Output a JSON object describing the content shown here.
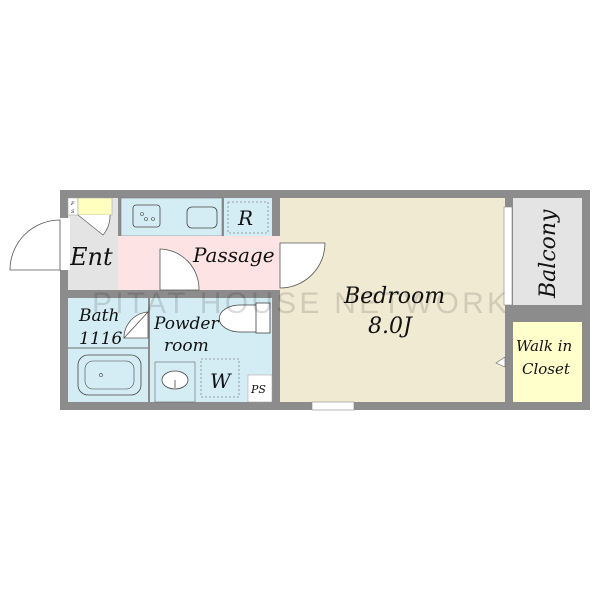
{
  "rooms": {
    "entrance": "Ent",
    "passage": "Passage",
    "refrigerator": "R",
    "bath": "Bath",
    "bath_size": "1116",
    "powder_line1": "Powder",
    "powder_line2": "room",
    "washer": "W",
    "pipe_space": "PS",
    "fire_sprinkler_f": "F",
    "fire_sprinkler_s": "S",
    "bedroom": "Bedroom",
    "bedroom_size": "8.0J",
    "balcony": "Balcony",
    "closet_line1": "Walk in",
    "closet_line2": "Closet"
  },
  "watermark": "PITAT HOUSE NETWORK",
  "colors": {
    "wall": "#8c8c8c",
    "entrance": "#e4e4e4",
    "passage": "#fde3e3",
    "wet_area": "#d4edf4",
    "bedroom": "#f1ead2",
    "balcony": "#e4e4e4",
    "closet": "#ffffcc"
  }
}
